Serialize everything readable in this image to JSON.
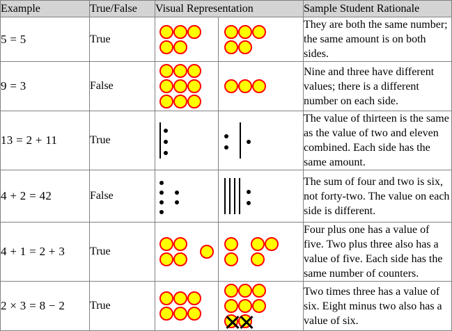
{
  "table": {
    "headers": {
      "example": "Example",
      "true_false": "True/False",
      "visual": "Visual Representation",
      "rationale": "Sample Student Rationale"
    },
    "rows": [
      {
        "example": "5 = 5",
        "true_false": "True",
        "visual": {
          "left": {
            "type": "counters",
            "groups": [
              3,
              2
            ],
            "total": 5
          },
          "right": {
            "type": "counters",
            "groups": [
              3,
              2
            ],
            "total": 5
          }
        },
        "rationale": "They are both the same number; the same amount is on both sides."
      },
      {
        "example": "9 = 3",
        "true_false": "False",
        "visual": {
          "left": {
            "type": "counters",
            "groups": [
              3,
              3,
              3
            ],
            "total": 9
          },
          "right": {
            "type": "counters",
            "groups": [
              3
            ],
            "total": 3
          }
        },
        "rationale": "Nine and three have different values; there is a different number on each side."
      },
      {
        "example": "13 = 2 + 11",
        "true_false": "True",
        "visual": {
          "left": {
            "type": "base-ten",
            "tens": 1,
            "ones": 3,
            "total": 13
          },
          "right": {
            "type": "base-ten-pair",
            "first_ones": 2,
            "second_tens": 1,
            "second_ones": 1,
            "total": 13
          }
        },
        "rationale": "The value of thirteen is the same as the value of two and eleven combined. Each side has the same amount."
      },
      {
        "example": "4 + 2 = 42",
        "true_false": "False",
        "visual": {
          "left": {
            "type": "dots-pair",
            "first": 4,
            "second": 2,
            "total": 6
          },
          "right": {
            "type": "base-ten",
            "tens": 4,
            "ones": 2,
            "total": 42
          }
        },
        "rationale": "The sum of four and two is six, not forty-two. The value on each side is different."
      },
      {
        "example": "4 + 1 = 2 + 3",
        "true_false": "True",
        "visual": {
          "left": {
            "type": "counters-pair",
            "first": 4,
            "second": 1,
            "total": 5
          },
          "right": {
            "type": "counters-pair",
            "first": 2,
            "second": 3,
            "total": 5
          }
        },
        "rationale": "Four plus one has a value of five. Two plus three also has a value of five. Each side has the same number of counters."
      },
      {
        "example": "2 × 3 = 8 − 2",
        "true_false": "True",
        "visual": {
          "left": {
            "type": "counters",
            "groups": [
              3,
              3
            ],
            "total": 6
          },
          "right": {
            "type": "counters-crossed",
            "groups": [
              3,
              3,
              2
            ],
            "total": 8,
            "crossed": 2
          }
        },
        "rationale": "Two times three has a value of six. Eight minus two also has a value of six."
      }
    ]
  },
  "colors": {
    "counter_fill": "#ffff00",
    "counter_border": "#ff0000",
    "header_background": "#d4d4d4",
    "grid_line": "#808080",
    "text": "#000000"
  }
}
